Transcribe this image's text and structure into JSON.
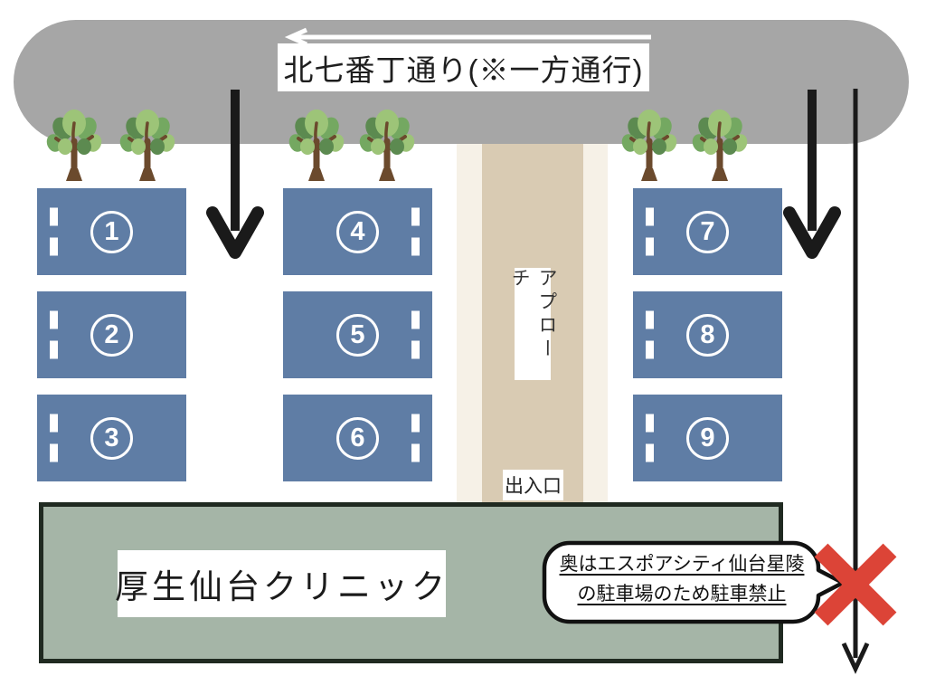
{
  "road": {
    "name": "北七番丁通り(※一方通行)",
    "direction": "left",
    "color": "#a6a6a6"
  },
  "parking": {
    "spaces": [
      "1",
      "2",
      "3",
      "4",
      "5",
      "6",
      "7",
      "8",
      "9"
    ],
    "space_color": "#5f7da5"
  },
  "approach": {
    "label": "アプローチ",
    "entrance_label": "出入口",
    "outer_color": "#f6f1e7",
    "inner_color": "#d9cbb3"
  },
  "clinic": {
    "name": "厚生仙台クリニック",
    "building_color": "#a5b5a7"
  },
  "no_parking_note": {
    "line1": "奥はエスポアシティ仙台星陵",
    "line2": "の駐車場のため駐車禁止",
    "x_color": "#dc4437"
  }
}
